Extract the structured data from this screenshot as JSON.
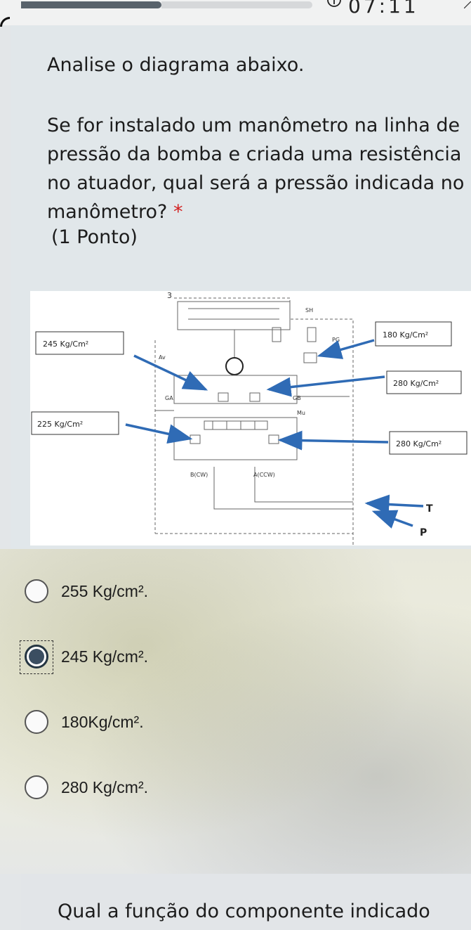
{
  "status": {
    "timer": "07:11"
  },
  "question": {
    "intro": "Analise o diagrama abaixo.",
    "text": "Se for instalado um manômetro na linha de pressão da bomba e criada uma resistência no atuador, qual será a pressão indicada no manômetro?",
    "required_mark": "*",
    "points": "(1 Ponto)"
  },
  "diagram": {
    "labels": {
      "n3": "3",
      "sh": "SH",
      "pg": "PG",
      "av": "Av",
      "ga": "GA",
      "gb": "GB",
      "mu": "Mu",
      "b_cw": "B(CW)",
      "a_ccw": "A(CCW)",
      "t": "T",
      "p": "P"
    },
    "callouts": {
      "c245": "245 Kg/Cm²",
      "c180": "180 Kg/Cm²",
      "c280a": "280 Kg/Cm²",
      "c225": "225 Kg/Cm²",
      "c280b": "280 Kg/Cm²"
    }
  },
  "options": [
    {
      "label": "255 Kg/cm².",
      "selected": false
    },
    {
      "label": "245 Kg/cm².",
      "selected": true
    },
    {
      "label": "180Kg/cm².",
      "selected": false
    },
    {
      "label": "280 Kg/cm².",
      "selected": false
    }
  ],
  "next_question": {
    "text": "Qual a função do componente indicado"
  },
  "colors": {
    "arrow": "#2f6bb5",
    "selected_radio": "#3b4e61",
    "required": "#d32020"
  }
}
